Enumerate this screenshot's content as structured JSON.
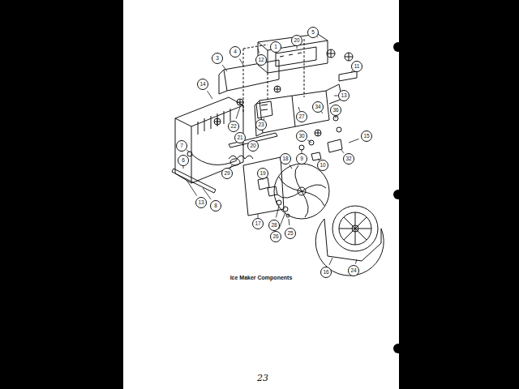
{
  "diagram": {
    "caption": "Ice Maker Components",
    "labels": [
      "3",
      "4",
      "12",
      "1",
      "20",
      "5",
      "14",
      "11",
      "13",
      "34",
      "36",
      "22",
      "23",
      "27",
      "9",
      "10",
      "32",
      "30",
      "15",
      "7",
      "6",
      "21",
      "29",
      "20",
      "8",
      "13",
      "17",
      "19",
      "18",
      "28",
      "26",
      "25",
      "16",
      "24",
      "23"
    ]
  }
}
